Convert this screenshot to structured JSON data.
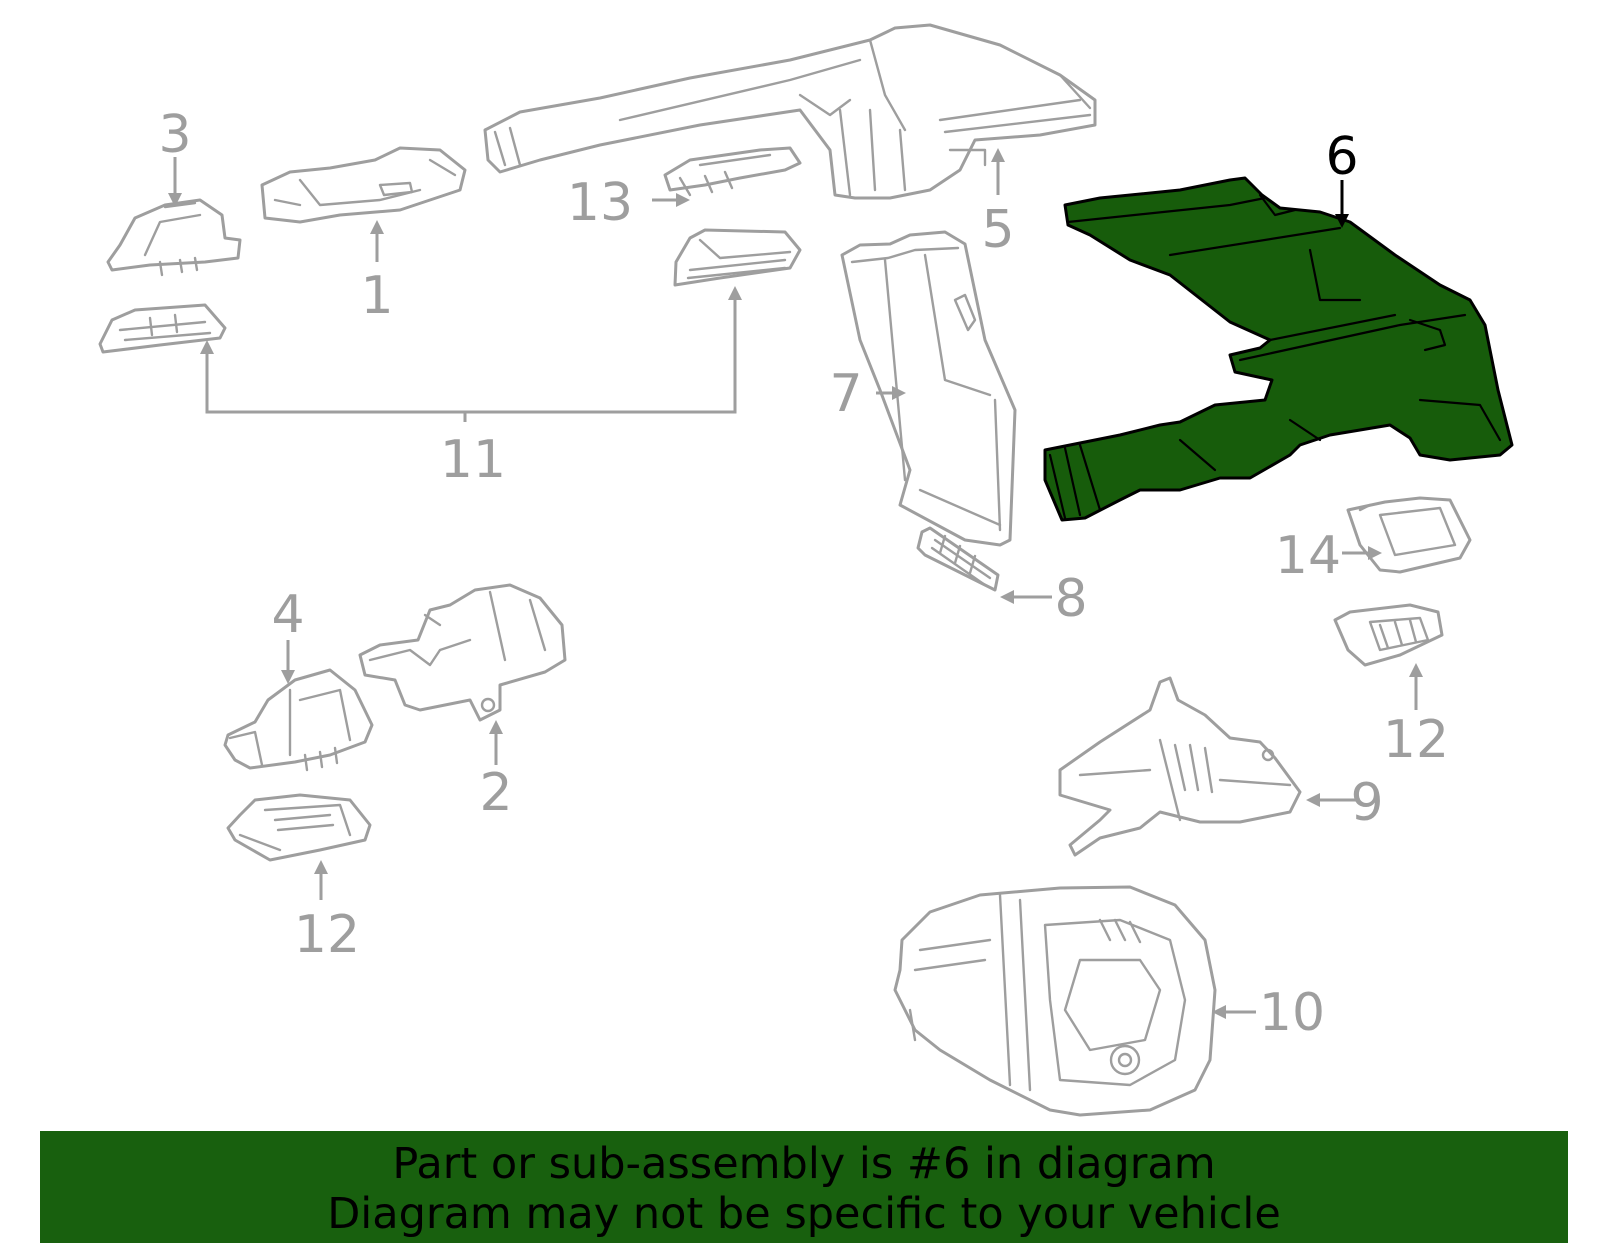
{
  "callouts": {
    "n1": "1",
    "n2": "2",
    "n3": "3",
    "n4": "4",
    "n5": "5",
    "n6": "6",
    "n7": "7",
    "n8": "8",
    "n9": "9",
    "n10": "10",
    "n11": "11",
    "n12a": "12",
    "n12b": "12",
    "n13": "13",
    "n14": "14"
  },
  "highlight": {
    "part_number": "6",
    "fill_color": "#175c0b"
  },
  "banner": {
    "line1": "Part or sub-assembly is #6 in diagram",
    "line2": "Diagram may not be specific to your vehicle",
    "background": "#18600e"
  }
}
